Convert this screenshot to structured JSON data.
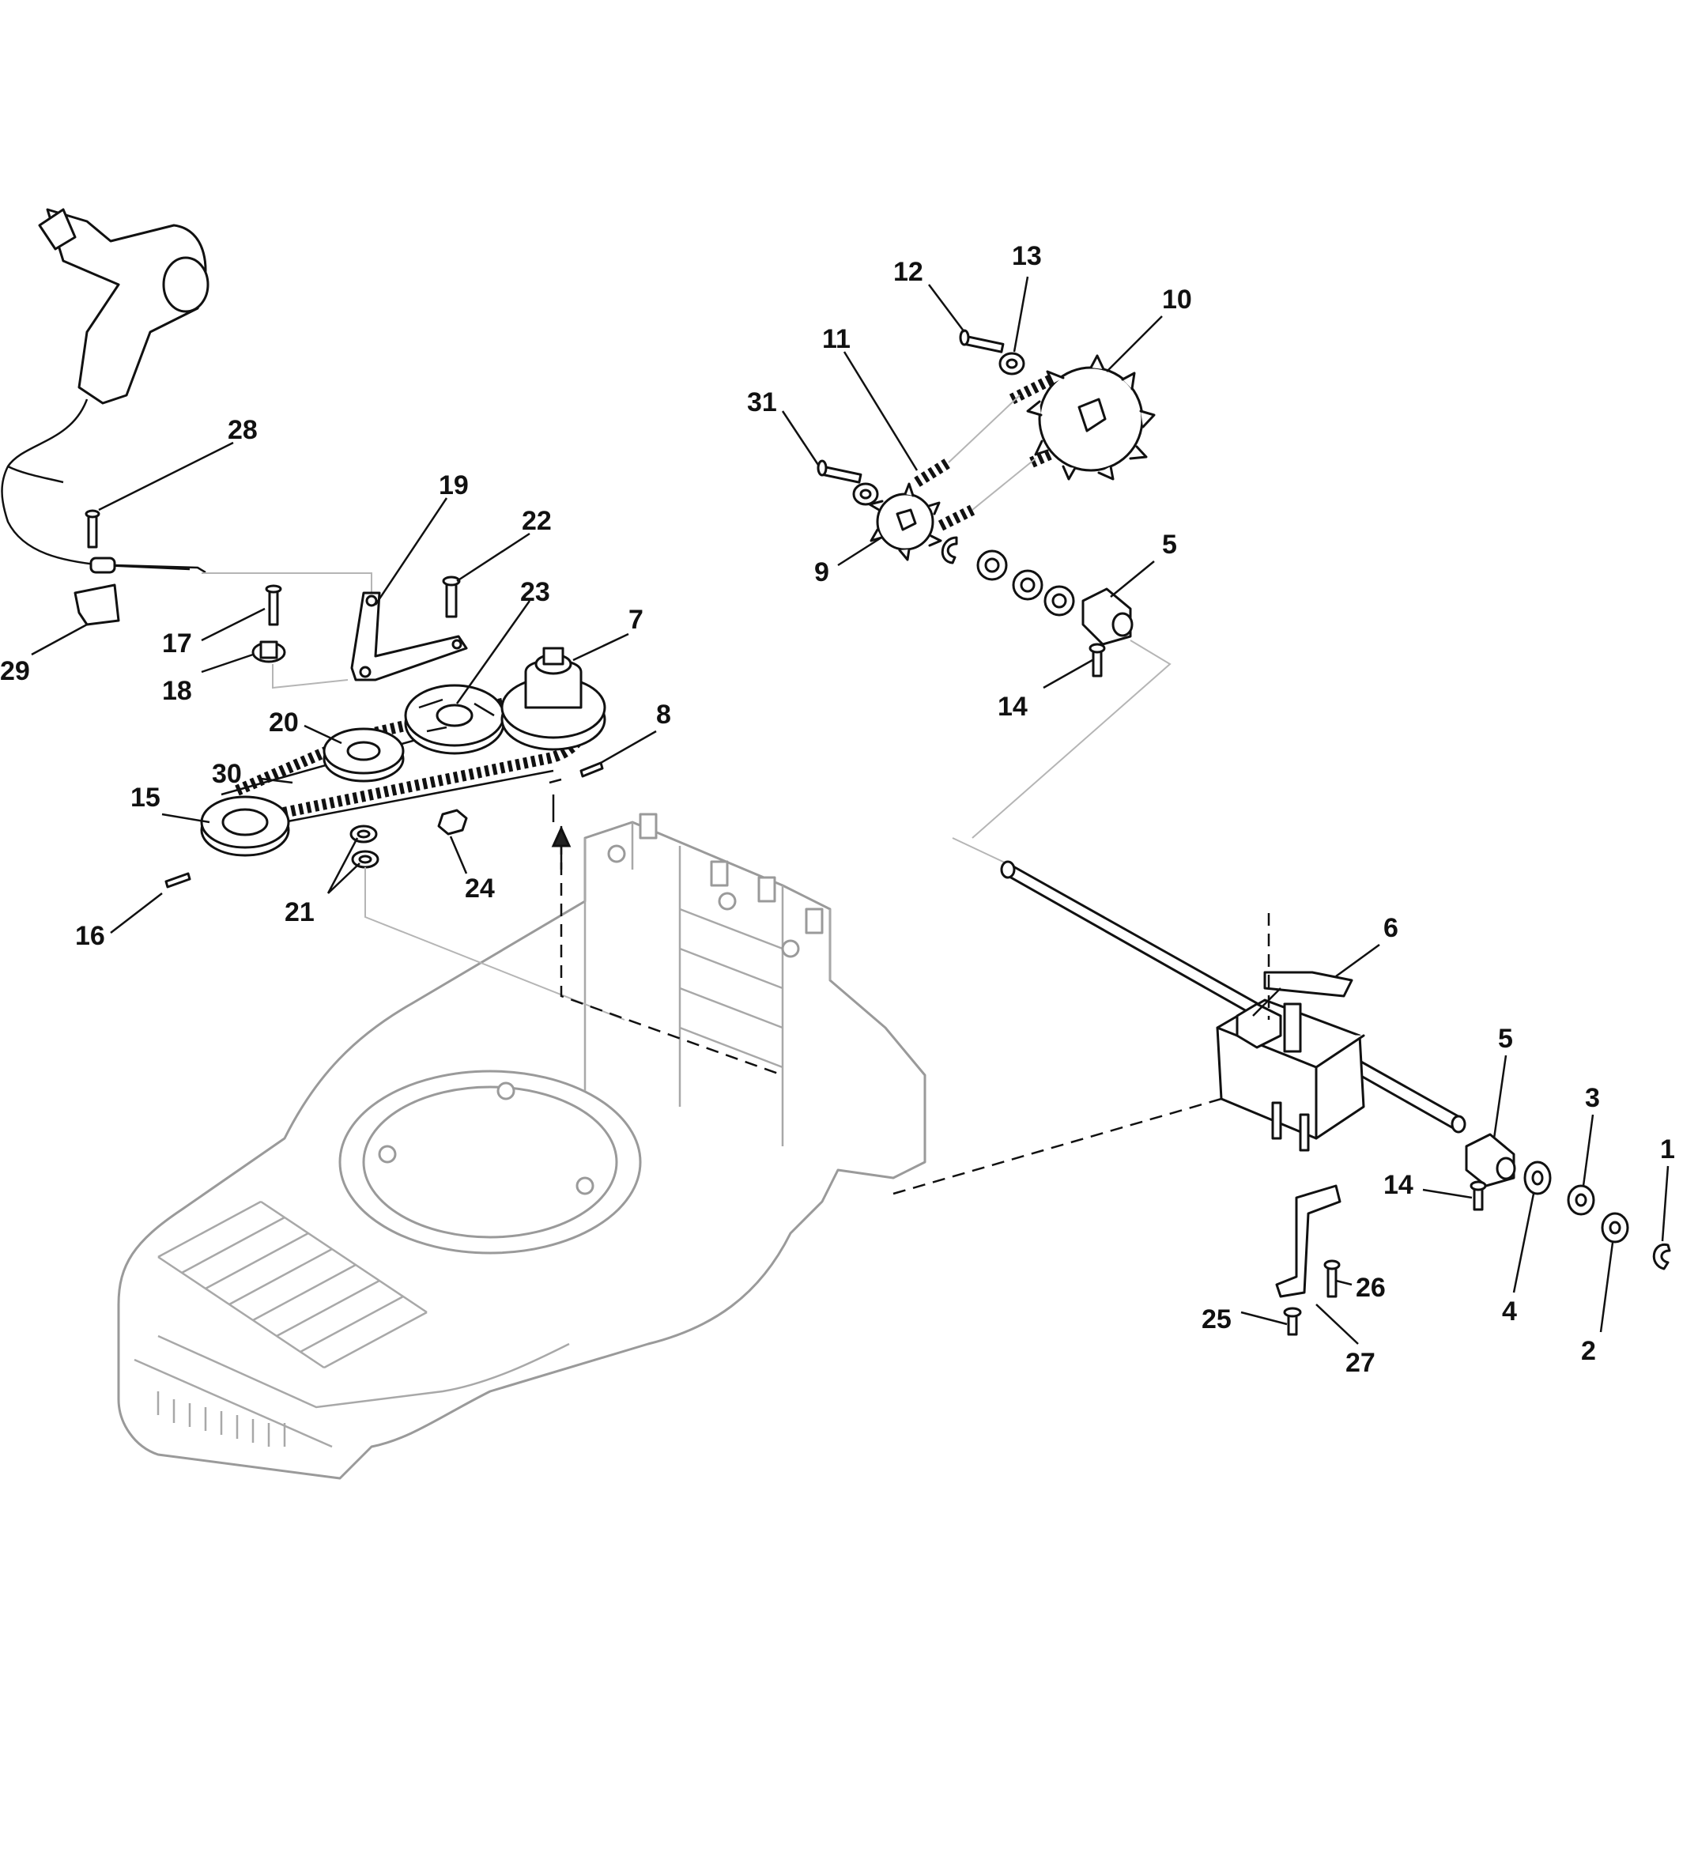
{
  "diagram": {
    "callouts": [
      {
        "id": "c1",
        "label": "1"
      },
      {
        "id": "c2",
        "label": "2"
      },
      {
        "id": "c3",
        "label": "3"
      },
      {
        "id": "c4",
        "label": "4"
      },
      {
        "id": "c5a",
        "label": "5"
      },
      {
        "id": "c5b",
        "label": "5"
      },
      {
        "id": "c6",
        "label": "6"
      },
      {
        "id": "c7",
        "label": "7"
      },
      {
        "id": "c8",
        "label": "8"
      },
      {
        "id": "c9",
        "label": "9"
      },
      {
        "id": "c10",
        "label": "10"
      },
      {
        "id": "c11",
        "label": "11"
      },
      {
        "id": "c12",
        "label": "12"
      },
      {
        "id": "c13",
        "label": "13"
      },
      {
        "id": "c14a",
        "label": "14"
      },
      {
        "id": "c14b",
        "label": "14"
      },
      {
        "id": "c15",
        "label": "15"
      },
      {
        "id": "c16",
        "label": "16"
      },
      {
        "id": "c17",
        "label": "17"
      },
      {
        "id": "c18",
        "label": "18"
      },
      {
        "id": "c19",
        "label": "19"
      },
      {
        "id": "c20",
        "label": "20"
      },
      {
        "id": "c21",
        "label": "21"
      },
      {
        "id": "c22",
        "label": "22"
      },
      {
        "id": "c23",
        "label": "23"
      },
      {
        "id": "c24",
        "label": "24"
      },
      {
        "id": "c25",
        "label": "25"
      },
      {
        "id": "c26",
        "label": "26"
      },
      {
        "id": "c27",
        "label": "27"
      },
      {
        "id": "c28",
        "label": "28"
      },
      {
        "id": "c29",
        "label": "29"
      },
      {
        "id": "c30",
        "label": "30"
      },
      {
        "id": "c31",
        "label": "31"
      }
    ]
  }
}
